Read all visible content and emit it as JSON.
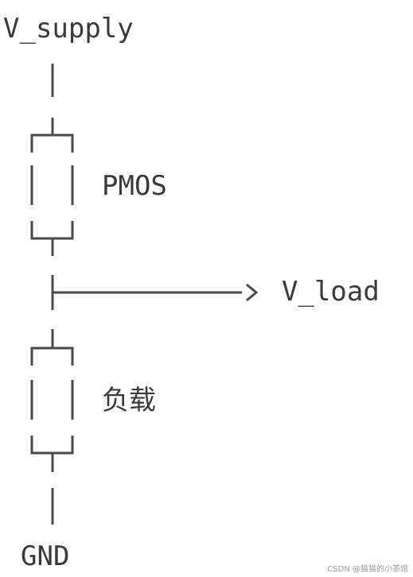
{
  "labels": {
    "supply": "V_supply",
    "pmos": "PMOS",
    "load_node": "V_load",
    "load_element": "负载",
    "ground": "GND"
  },
  "watermark": "CSDN @猫猫的小茶馆",
  "colors": {
    "stroke": "#4a4a4a",
    "text": "#3a3a3a",
    "background": "#ffffff"
  }
}
